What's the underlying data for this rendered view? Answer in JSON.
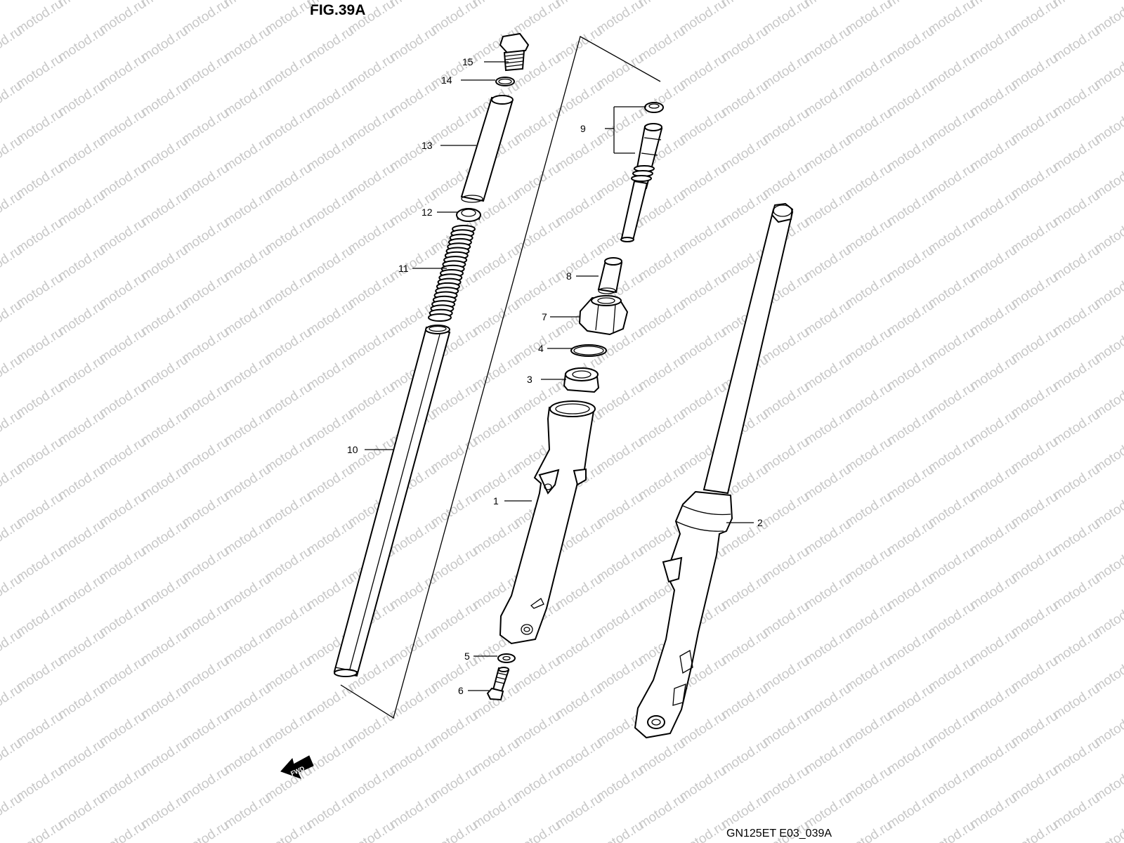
{
  "figure": {
    "title": "FIG.39A",
    "drawing_code": "GN125ET E03_039A",
    "watermark": "motod.ru",
    "direction_arrow": "FWD"
  },
  "callouts": [
    "1",
    "2",
    "3",
    "4",
    "5",
    "6",
    "7",
    "8",
    "9",
    "10",
    "11",
    "12",
    "13",
    "14",
    "15"
  ]
}
